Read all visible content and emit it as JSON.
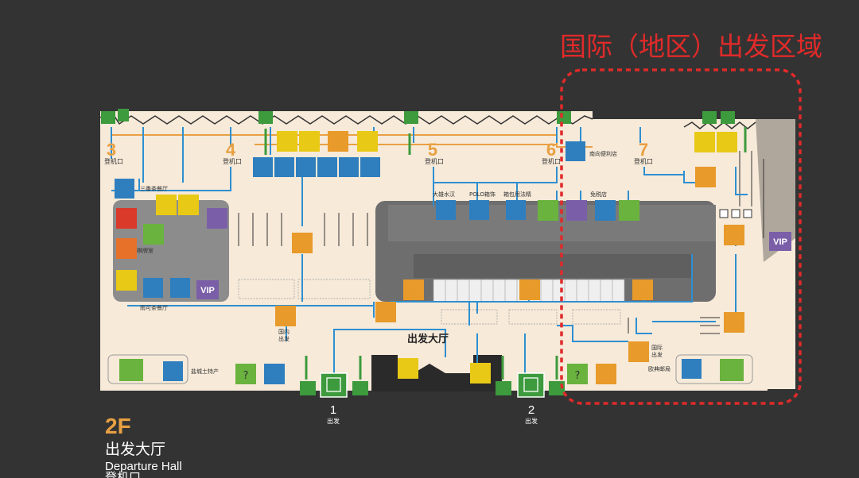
{
  "region_label": "国际（地区）出发区域",
  "floor": {
    "code": "2F",
    "name_cn": "出发大厅",
    "name_en": "Departure Hall",
    "sub": "登机口"
  },
  "gates": [
    {
      "number": "3",
      "label": "登机口"
    },
    {
      "number": "4",
      "label": "登机口"
    },
    {
      "number": "5",
      "label": "登机口"
    },
    {
      "number": "6",
      "label": "登机口"
    },
    {
      "number": "7",
      "label": "登机口"
    }
  ],
  "places": {
    "tea_restaurant_top": "三番茶餐厅",
    "chess_room": "棋牌室",
    "tea_restaurant_bottom": "雨可茶餐厅",
    "dajing_water": "大雄水汉",
    "polo": "POLO箱饰",
    "luggage": "箱包用法精",
    "dutyfree": "免税店",
    "convenience": "南向便利店",
    "local_specialty": "盐城土特产",
    "domestic_departure": "国内\n出发",
    "intl_departure": "国际\n出发",
    "post": "欧典邮局",
    "departure_hall": "出发大厅",
    "vip_left": "VIP",
    "vip_right": "VIP"
  },
  "entrances": [
    {
      "number": "1",
      "label": "出发"
    },
    {
      "number": "2",
      "label": "出发"
    }
  ],
  "colors": {
    "background": "#333333",
    "floor": "#f7ead9",
    "core": "#6e6e6e",
    "route": "#2f8fd0",
    "gate_route": "#e8a042",
    "exit_green": "#3d9a3d",
    "shop_blue": "#2f7fbf",
    "facility_yellow": "#e8c916",
    "service_orange": "#e89a2a",
    "toilet_green": "#6ab33e",
    "vip_purple": "#7a5fa8",
    "region_red": "#e02a2a"
  }
}
